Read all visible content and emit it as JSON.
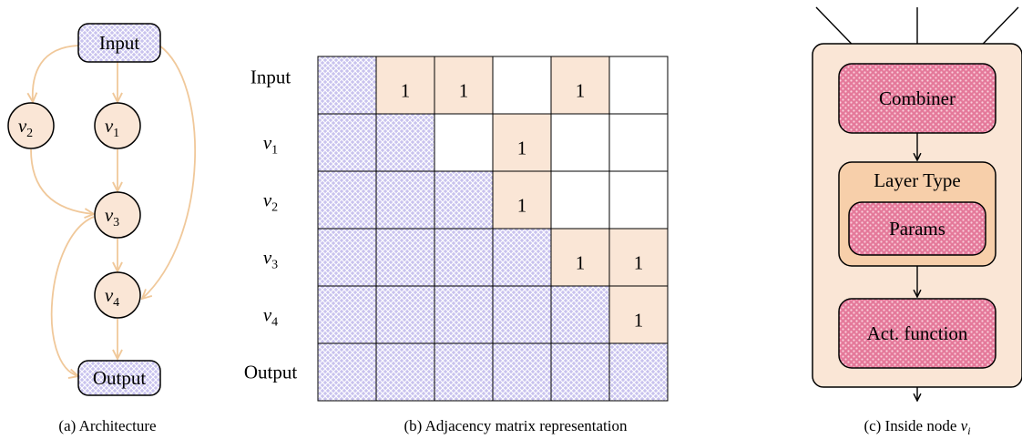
{
  "architecture": {
    "caption": "(a) Architecture",
    "input_label": "Input",
    "output_label": "Output",
    "nodes": [
      {
        "base": "v",
        "sub": "2"
      },
      {
        "base": "v",
        "sub": "1"
      },
      {
        "base": "v",
        "sub": "3"
      },
      {
        "base": "v",
        "sub": "4"
      }
    ]
  },
  "matrix": {
    "caption": "(b) Adjacency matrix representation",
    "rows": [
      {
        "label": "Input",
        "italic": false
      },
      {
        "label": "v",
        "sub": "1",
        "italic": true
      },
      {
        "label": "v",
        "sub": "2",
        "italic": true
      },
      {
        "label": "v",
        "sub": "3",
        "italic": true
      },
      {
        "label": "v",
        "sub": "4",
        "italic": true
      },
      {
        "label": "Output",
        "italic": false
      }
    ],
    "cells": [
      [
        "X",
        "1",
        "1",
        "",
        "1",
        ""
      ],
      [
        "X",
        "X",
        "",
        "1",
        "",
        ""
      ],
      [
        "X",
        "X",
        "X",
        "1",
        "",
        ""
      ],
      [
        "X",
        "X",
        "X",
        "X",
        "1",
        "1"
      ],
      [
        "X",
        "X",
        "X",
        "X",
        "X",
        "1"
      ],
      [
        "X",
        "X",
        "X",
        "X",
        "X",
        "X"
      ]
    ],
    "entry_text": "1"
  },
  "node_detail": {
    "caption_prefix": "(c) Inside node",
    "caption_var": "v",
    "caption_sub": "i",
    "combiner": "Combiner",
    "layer_type": "Layer Type",
    "params": "Params",
    "activation": "Act. function"
  },
  "colors": {
    "peach": "#fae6d6",
    "peach_dark": "#f7cfaa",
    "edge": "#f0c89a",
    "hatch_bg": "#c9c3ee",
    "hatch_line": "#ffffff",
    "dot_bg": "#e4799a",
    "dot": "#fbd0dc"
  }
}
